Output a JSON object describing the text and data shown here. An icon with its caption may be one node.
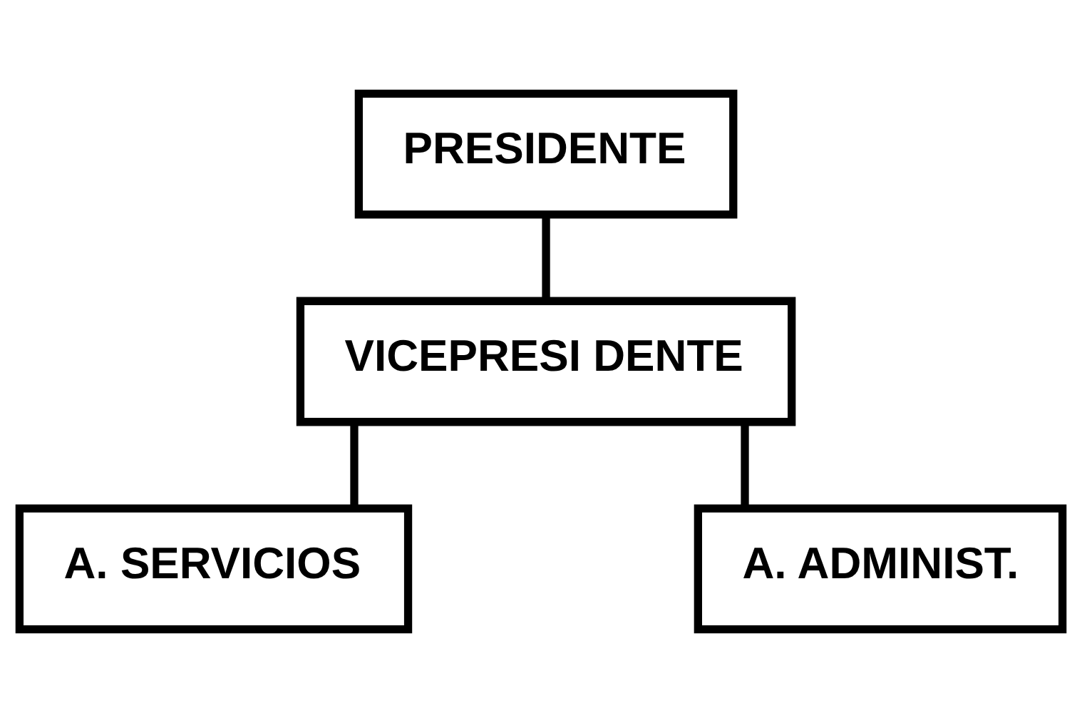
{
  "diagram": {
    "nodes": [
      {
        "text": [
          "PRESIDENTE"
        ]
      },
      {
        "text": [
          "VICEPRESI DENTE"
        ]
      },
      {
        "text": [
          "A. SERVICIOS"
        ]
      },
      {
        "text": [
          "A. ADMINIST."
        ]
      }
    ],
    "edges": [
      {
        "from": 0,
        "to": 1,
        "arrow": "none"
      },
      {
        "from": 1,
        "to": 2,
        "arrow": "none"
      },
      {
        "from": 1,
        "to": 3,
        "arrow": "none"
      }
    ]
  }
}
